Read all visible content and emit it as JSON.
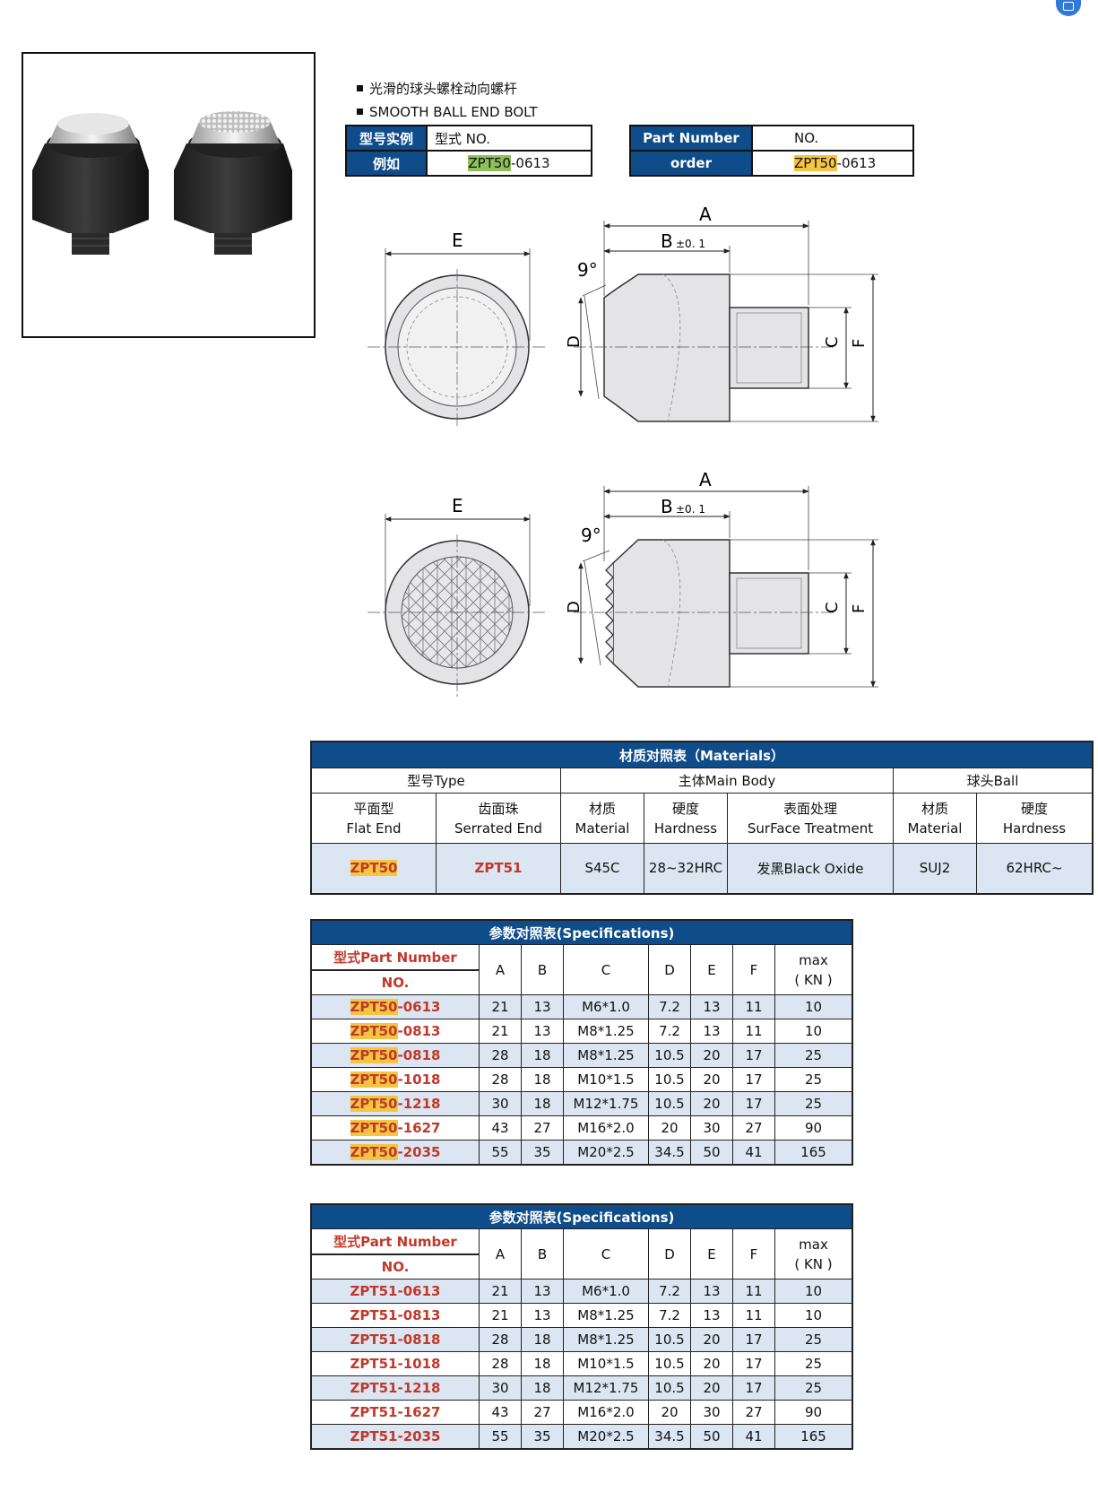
{
  "header": {
    "bullet_cn": "光滑的球头螺栓动向螺杆",
    "bullet_en": "SMOOTH BALL END BOLT"
  },
  "order_cn": {
    "label_example": "型号实例",
    "label_type_no": "型式  NO.",
    "label_for_example": "例如",
    "example_prefix": "ZPT50",
    "example_suffix": "-0613"
  },
  "order_en": {
    "label_part_number": "Part Number",
    "label_no": "NO.",
    "label_order": "order",
    "example_prefix": "ZPT50",
    "example_suffix": "-0613"
  },
  "drawing": {
    "A": "A",
    "B": "B",
    "B_tol": "±0. 1",
    "E": "E",
    "D": "D",
    "C": "C",
    "F": "F",
    "angle": "9°"
  },
  "materials": {
    "title": "材质对照表（Materials）",
    "group_type": "型号Type",
    "group_body": "主体Main Body",
    "group_ball": "球头Ball",
    "col_flat_cn": "平面型",
    "col_flat_en": "Flat End",
    "col_serr_cn": "齿面珠",
    "col_serr_en": "Serrated End",
    "col_mat_cn": "材质",
    "col_mat_en": "Material",
    "col_hard_cn": "硬度",
    "col_hard_en": "Hardness",
    "col_surf_cn": "表面处理",
    "col_surf_en": "SurFace Treatment",
    "col_ball_mat_cn": "材质",
    "col_ball_mat_en": "Material",
    "col_ball_hard_cn": "硬度",
    "col_ball_hard_en": "Hardness",
    "row": {
      "flat": "ZPT50",
      "serrated": "ZPT51",
      "material": "S45C",
      "hardness": "28~32HRC",
      "surface": "发黑Black Oxide",
      "ball_material": "SUJ2",
      "ball_hardness": "62HRC~"
    }
  },
  "spec_headers": {
    "title": "参数对照表(Specifications)",
    "pn_cn": "型式",
    "pn_en": "Part Number",
    "no": "NO.",
    "A": "A",
    "B": "B",
    "C": "C",
    "D": "D",
    "E": "E",
    "F": "F",
    "max": "max",
    "kn": "( KN )"
  },
  "spec50": [
    {
      "pfx": "ZPT50",
      "sfx": "-0613",
      "A": "21",
      "B": "13",
      "C": "M6*1.0",
      "D": "7.2",
      "E": "13",
      "F": "11",
      "max": "10"
    },
    {
      "pfx": "ZPT50",
      "sfx": "-0813",
      "A": "21",
      "B": "13",
      "C": "M8*1.25",
      "D": "7.2",
      "E": "13",
      "F": "11",
      "max": "10"
    },
    {
      "pfx": "ZPT50",
      "sfx": "-0818",
      "A": "28",
      "B": "18",
      "C": "M8*1.25",
      "D": "10.5",
      "E": "20",
      "F": "17",
      "max": "25"
    },
    {
      "pfx": "ZPT50",
      "sfx": "-1018",
      "A": "28",
      "B": "18",
      "C": "M10*1.5",
      "D": "10.5",
      "E": "20",
      "F": "17",
      "max": "25"
    },
    {
      "pfx": "ZPT50",
      "sfx": "-1218",
      "A": "30",
      "B": "18",
      "C": "M12*1.75",
      "D": "10.5",
      "E": "20",
      "F": "17",
      "max": "25"
    },
    {
      "pfx": "ZPT50",
      "sfx": "-1627",
      "A": "43",
      "B": "27",
      "C": "M16*2.0",
      "D": "20",
      "E": "30",
      "F": "27",
      "max": "90"
    },
    {
      "pfx": "ZPT50",
      "sfx": "-2035",
      "A": "55",
      "B": "35",
      "C": "M20*2.5",
      "D": "34.5",
      "E": "50",
      "F": "41",
      "max": "165"
    }
  ],
  "spec51": [
    {
      "pn": "ZPT51-0613",
      "A": "21",
      "B": "13",
      "C": "M6*1.0",
      "D": "7.2",
      "E": "13",
      "F": "11",
      "max": "10"
    },
    {
      "pn": "ZPT51-0813",
      "A": "21",
      "B": "13",
      "C": "M8*1.25",
      "D": "7.2",
      "E": "13",
      "F": "11",
      "max": "10"
    },
    {
      "pn": "ZPT51-0818",
      "A": "28",
      "B": "18",
      "C": "M8*1.25",
      "D": "10.5",
      "E": "20",
      "F": "17",
      "max": "25"
    },
    {
      "pn": "ZPT51-1018",
      "A": "28",
      "B": "18",
      "C": "M10*1.5",
      "D": "10.5",
      "E": "20",
      "F": "17",
      "max": "25"
    },
    {
      "pn": "ZPT51-1218",
      "A": "30",
      "B": "18",
      "C": "M12*1.75",
      "D": "10.5",
      "E": "20",
      "F": "17",
      "max": "25"
    },
    {
      "pn": "ZPT51-1627",
      "A": "43",
      "B": "27",
      "C": "M16*2.0",
      "D": "20",
      "E": "30",
      "F": "27",
      "max": "90"
    },
    {
      "pn": "ZPT51-2035",
      "A": "55",
      "B": "35",
      "C": "M20*2.5",
      "D": "34.5",
      "E": "50",
      "F": "41",
      "max": "165"
    }
  ]
}
